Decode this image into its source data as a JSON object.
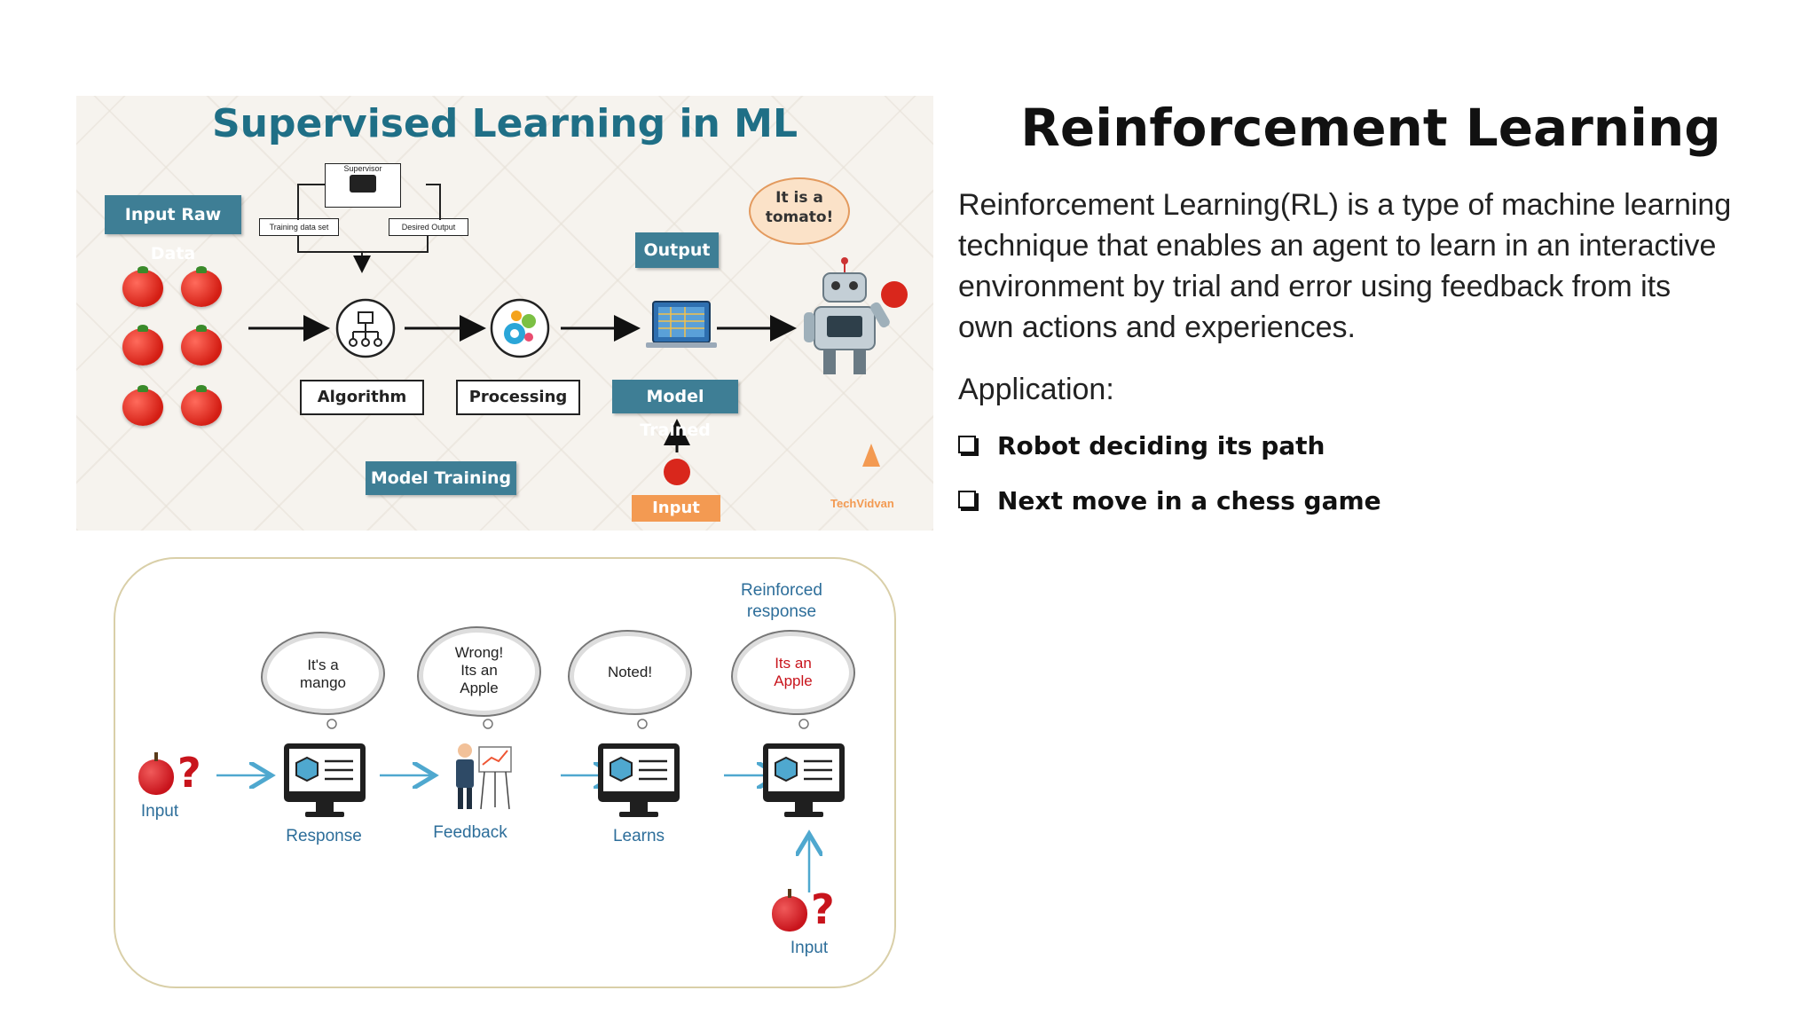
{
  "supervised_diagram": {
    "title": "Supervised Learning in ML",
    "input_raw_data": "Input Raw Data",
    "supervisor": "Supervisor",
    "training_data_set": "Training data set",
    "desired_output": "Desired Output",
    "bubble": [
      "It is a",
      "tomato!"
    ],
    "output": "Output",
    "algorithm": "Algorithm",
    "processing": "Processing",
    "model_trained": "Model Trained",
    "model_training": "Model Training",
    "input": "Input",
    "brand": "TechVidvan"
  },
  "rl_diagram": {
    "reinforced_response": [
      "Reinforced",
      "response"
    ],
    "clouds": [
      [
        "It's a",
        "mango"
      ],
      [
        "Wrong!",
        "Its an",
        "Apple"
      ],
      [
        "Noted!"
      ],
      [
        "Its an",
        "Apple"
      ]
    ],
    "input_left": "Input",
    "response": "Response",
    "feedback": "Feedback",
    "learns": "Learns",
    "input_bottom": "Input"
  },
  "content": {
    "title": "Reinforcement Learning",
    "description_lines": [
      "Reinforcement Learning(RL) is a type of machine learning",
      "technique that enables an agent to learn in an interactive",
      "environment by trial and error using feedback from its",
      "own actions and experiences."
    ],
    "application_label": "Application:",
    "bullets": [
      "Robot deciding its path",
      "Next move in a chess game"
    ]
  },
  "colors": {
    "teal": "#3e7e95",
    "title_teal": "#1f6f86",
    "rl_blue": "#2d6e9a",
    "apple_red": "#c8141c",
    "orange": "#f39a52"
  }
}
